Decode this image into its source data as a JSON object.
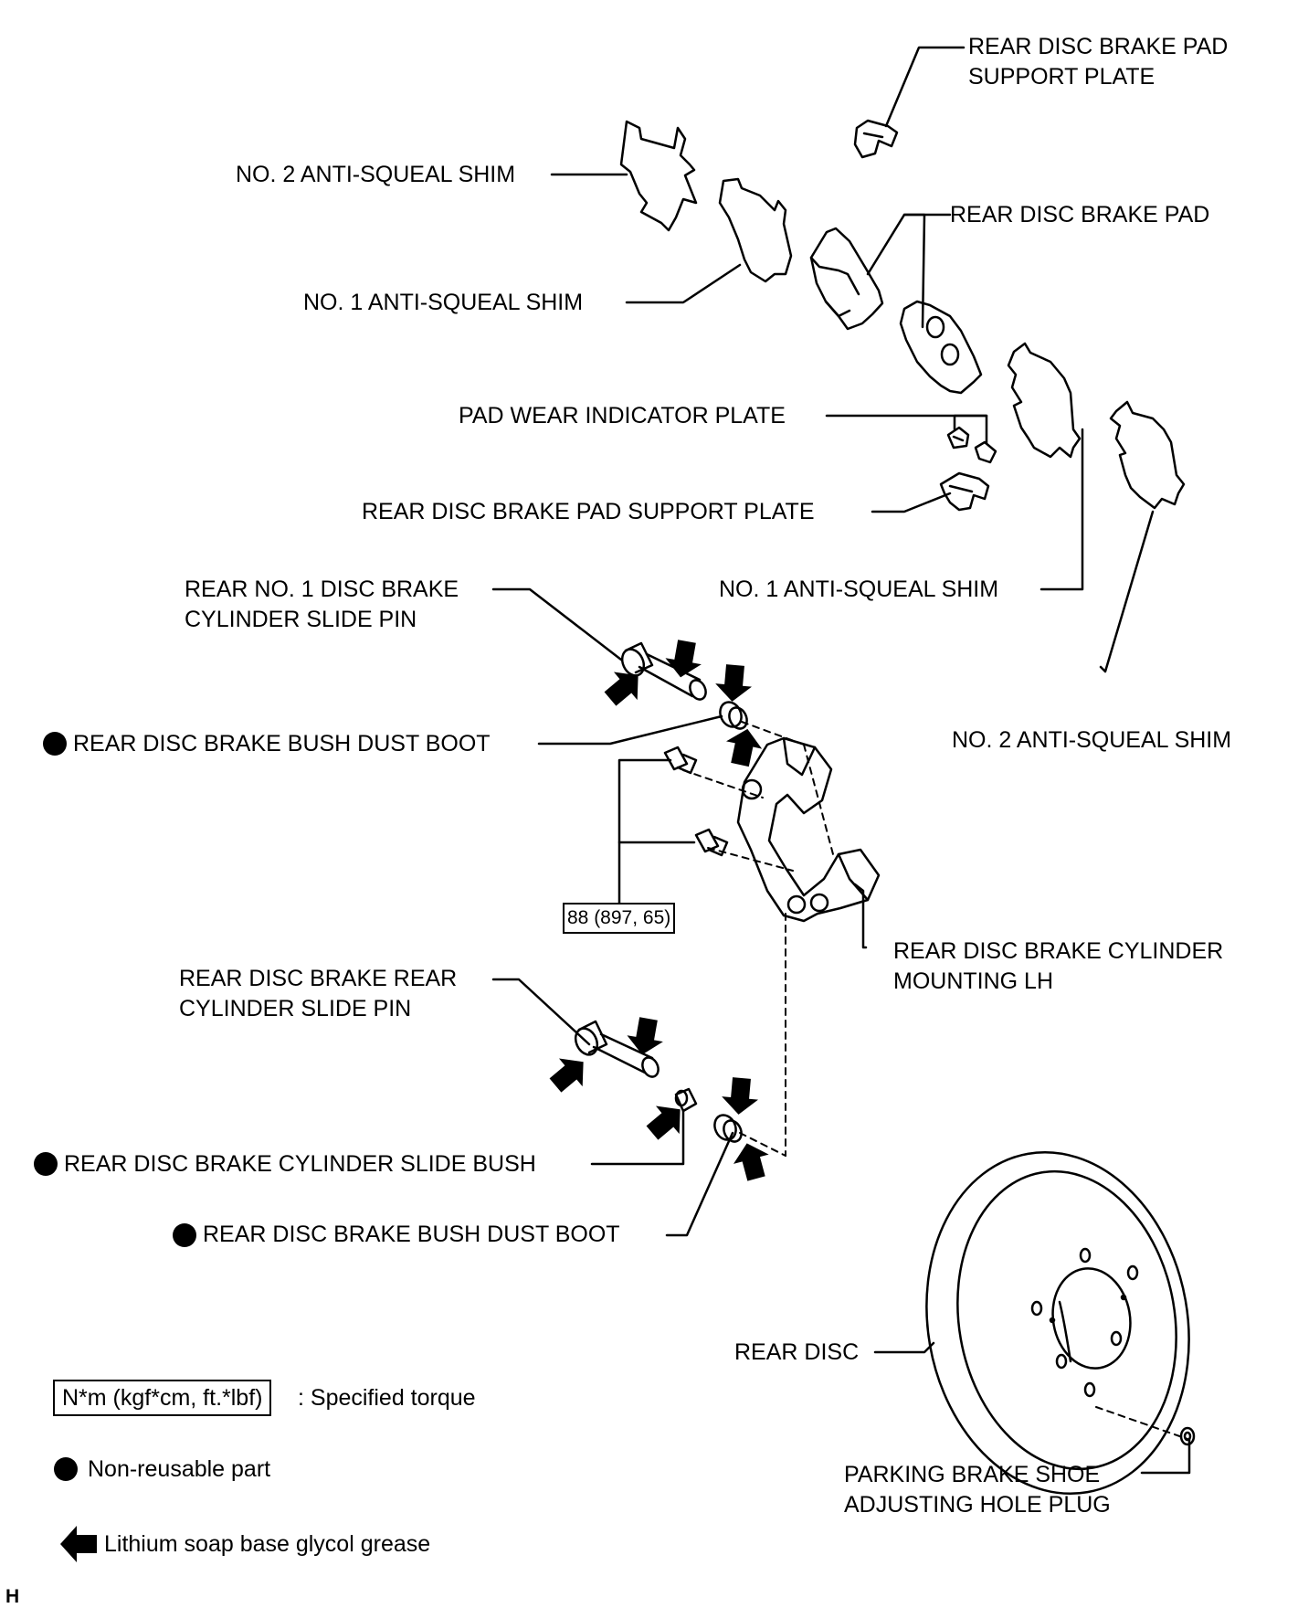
{
  "labels": {
    "pad_support_plate_top": "REAR DISC BRAKE PAD SUPPORT PLATE",
    "no2_shim_left": "NO. 2 ANTI-SQUEAL SHIM",
    "brake_pad": "REAR DISC BRAKE PAD",
    "no1_shim_left": "NO. 1  ANTI-SQUEAL SHIM",
    "wear_indicator": "PAD WEAR INDICATOR PLATE",
    "pad_support_plate_mid": "REAR DISC BRAKE PAD SUPPORT PLATE",
    "slide_pin_no1": "REAR NO. 1 DISC BRAKE CYLINDER SLIDE PIN",
    "no1_shim_right": "NO. 1  ANTI-SQUEAL SHIM",
    "dust_boot_upper": "REAR DISC BRAKE BUSH DUST BOOT",
    "no2_shim_right": "NO. 2 ANTI-SQUEAL SHIM",
    "cylinder_mounting": "REAR DISC BRAKE CYLINDER MOUNTING LH",
    "rear_slide_pin": "REAR DISC BRAKE REAR CYLINDER SLIDE PIN",
    "slide_bush": "REAR DISC BRAKE CYLINDER SLIDE BUSH",
    "dust_boot_lower": "REAR DISC BRAKE BUSH DUST BOOT",
    "rear_disc": "REAR DISC",
    "hole_plug": "PARKING BRAKE SHOE ADJUSTING HOLE PLUG"
  },
  "torque_value": "88 (897, 65)",
  "legend": {
    "torque_box": "N*m (kgf*cm, ft.*lbf)",
    "torque_text": ": Specified torque",
    "non_reusable": "Non-reusable part",
    "grease": "Lithium soap base glycol grease"
  },
  "corner_code": "H"
}
